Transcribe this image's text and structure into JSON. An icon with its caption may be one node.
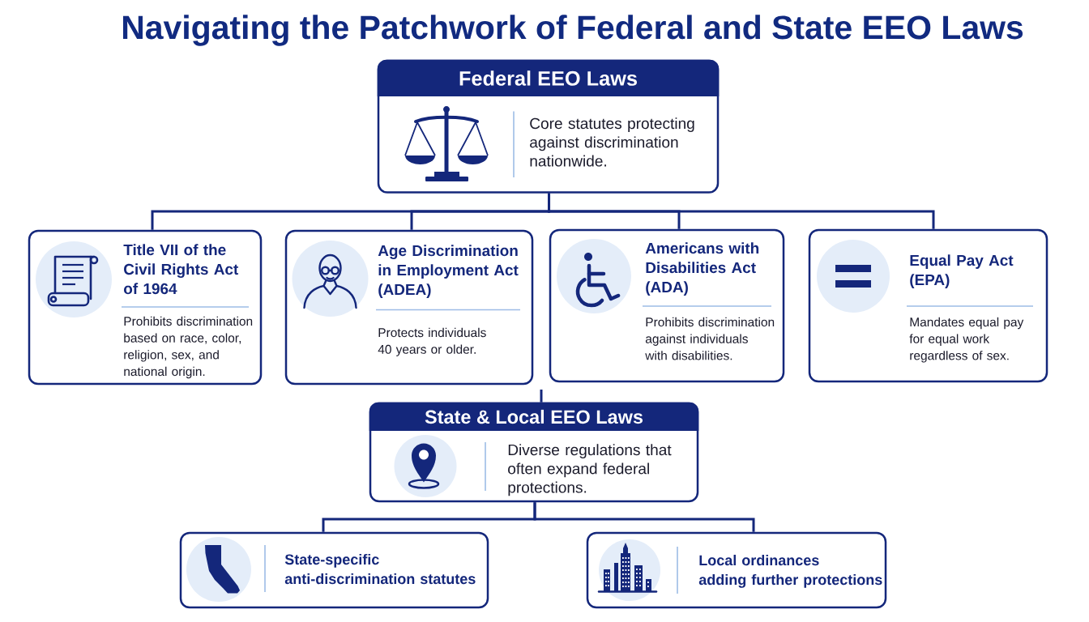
{
  "diagram": {
    "title": "Navigating the Patchwork of Federal and State EEO Laws",
    "nodes": [
      {
        "text": [
          "Federal EEO Laws",
          "Core statutes protecting against discrimination nationwide."
        ]
      },
      {
        "text": [
          "Title VII of the Civil Rights Act of 1964",
          "Prohibits discrimination based on race, color, religion, sex, and national origin."
        ]
      },
      {
        "text": [
          "Age Discrimination in Employment Act (ADEA)",
          "Protects individuals 40 years or older."
        ]
      },
      {
        "text": [
          "Americans with Disabilities Act (ADA)",
          "Prohibits discrimination against individuals with disabilities."
        ]
      },
      {
        "text": [
          "Equal Pay Act (EPA)",
          "Mandates equal pay for equal work regardless of sex."
        ]
      },
      {
        "text": [
          "State & Local EEO Laws",
          "Diverse regulations that often expand federal protections."
        ]
      },
      {
        "text": [
          "State-specific anti-discrimination statutes"
        ]
      },
      {
        "text": [
          "Local ordinances adding further protections"
        ]
      }
    ],
    "edges": [
      {
        "from": 0,
        "to": 1,
        "arrow": "none"
      },
      {
        "from": 0,
        "to": 2,
        "arrow": "none"
      },
      {
        "from": 0,
        "to": 3,
        "arrow": "none"
      },
      {
        "from": 0,
        "to": 4,
        "arrow": "none"
      },
      {
        "from": null,
        "to": 5,
        "arrow": "none"
      },
      {
        "from": 5,
        "to": 6,
        "arrow": "none"
      },
      {
        "from": 5,
        "to": 7,
        "arrow": "none"
      }
    ]
  }
}
